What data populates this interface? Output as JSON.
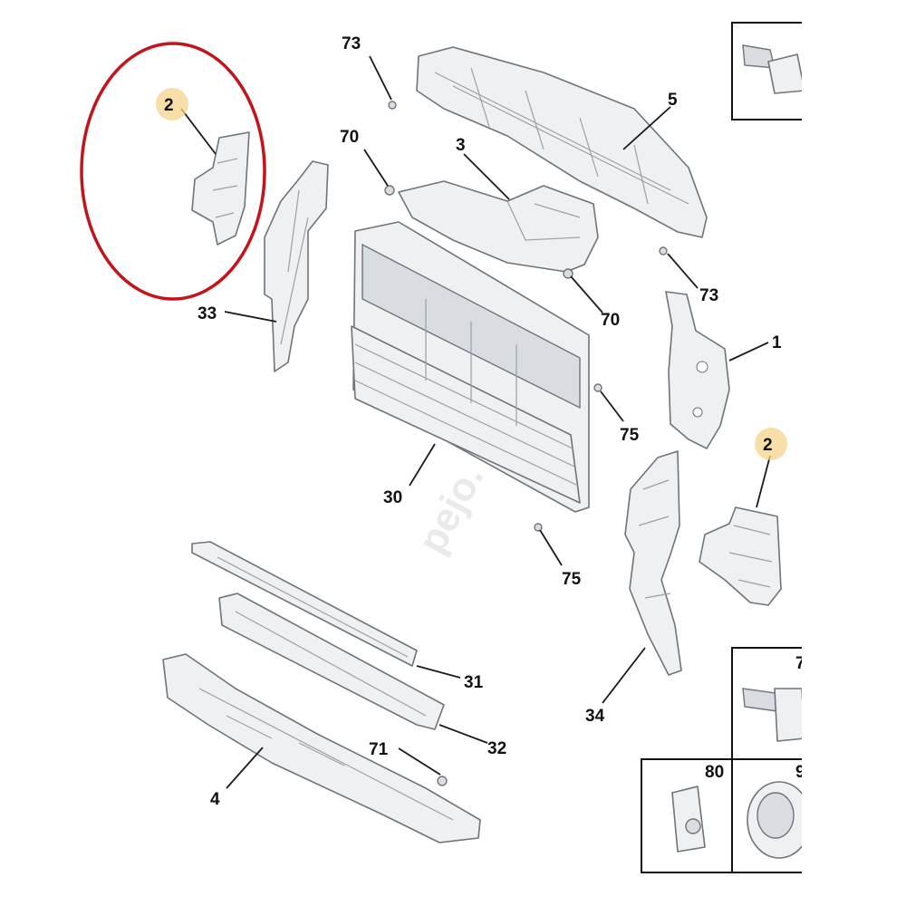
{
  "watermark": "pejo.",
  "callouts": {
    "c2a": "2",
    "c2b": "2",
    "c73a": "73",
    "c73b": "73",
    "c5": "5",
    "c70a": "70",
    "c70b": "70",
    "c3": "3",
    "c33": "33",
    "c1": "1",
    "c75a": "75",
    "c75b": "75",
    "c30": "30",
    "c31": "31",
    "c32": "32",
    "c34": "34",
    "c4": "4",
    "c71": "71",
    "c80": "80",
    "c7x": "7",
    "c9x": "9"
  },
  "colors": {
    "highlight_circle": "#c3141c",
    "callout_badge": "#f6d48a"
  }
}
